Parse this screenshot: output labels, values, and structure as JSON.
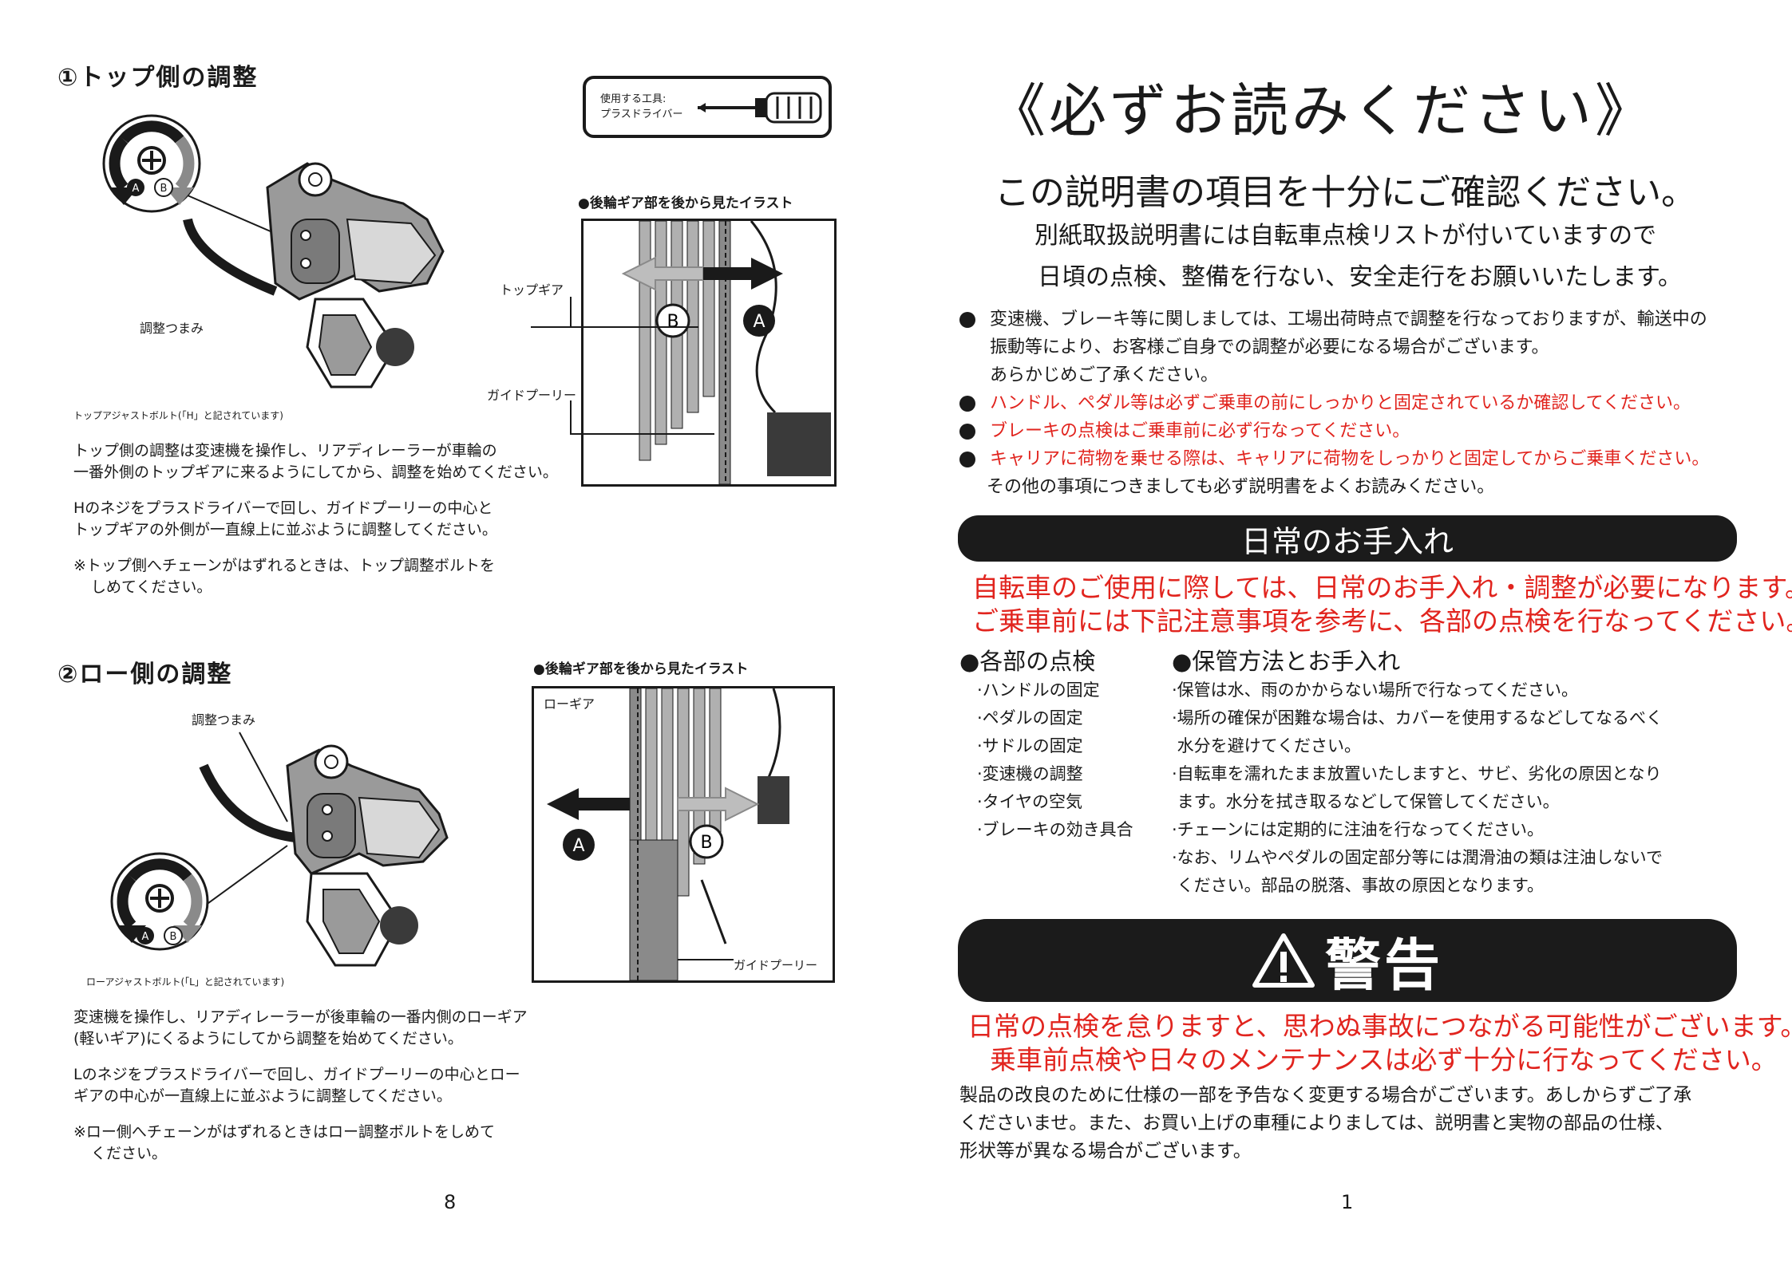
{
  "left_page": {
    "section1": {
      "heading": "①トップ側の調整",
      "tool_label_line1": "使用する工具:",
      "tool_label_line2": "プラスドライバー",
      "illustration_caption": "●後輪ギア部を後から見たイラスト",
      "label_top_gear": "トップギア",
      "label_guide_pulley": "ガイドプーリー",
      "label_adjust_knob": "調整つまみ",
      "marker_a": "A",
      "marker_b": "B",
      "adjust_bolt_note": "トップアジャストボルト(「H」と記されています)",
      "para1_line1": "トップ側の調整は変速機を操作し、リアディレーラーが車輪の",
      "para1_line2": "一番外側のトップギアに来るようにしてから、調整を始めてください。",
      "para2_line1": "Hのネジをプラスドライバーで回し、ガイドプーリーの中心と",
      "para2_line2": "トップギアの外側が一直線上に並ぶように調整してください。",
      "note_line1": "※トップ側へチェーンがはずれるときは、トップ調整ボルトを",
      "note_line2": "しめてください。"
    },
    "section2": {
      "heading": "②ロー側の調整",
      "illustration_caption": "●後輪ギア部を後から見たイラスト",
      "label_low_gear": "ローギア",
      "label_guide_pulley": "ガイドプーリー",
      "label_adjust_knob": "調整つまみ",
      "marker_a": "A",
      "marker_b": "B",
      "adjust_bolt_note": "ローアジャストボルト(「L」と記されています)",
      "para1_line1": "変速機を操作し、リアディレーラーが後車輪の一番内側のローギア",
      "para1_line2": "(軽いギア)にくるようにしてから調整を始めてください。",
      "para2_line1": "Lのネジをプラスドライバーで回し、ガイドプーリーの中心とロー",
      "para2_line2": "ギアの中心が一直線上に並ぶように調整してください。",
      "note_line1": "※ロー側へチェーンがはずれるときはロー調整ボルトをしめて",
      "note_line2": "ください。"
    },
    "page_number": "8"
  },
  "right_page": {
    "title": "《必ずお読みください》",
    "subtitle": "この説明書の項目を十分にご確認ください。",
    "intro_line1": "別紙取扱説明書には自転車点検リストが付いていますので",
    "intro_line2": "日頃の点検、整備を行ない、安全走行をお願いいたします。",
    "bullet1_line1": "変速機、ブレーキ等に関しましては、工場出荷時点で調整を行なっておりますが、輸送中の",
    "bullet1_line2": "振動等により、お客様ご自身での調整が必要になる場合がございます。",
    "bullet1_line3": "あらかじめご了承ください。",
    "bullet2": "ハンドル、ペダル等は必ずご乗車の前にしっかりと固定されているか確認してください。",
    "bullet3": "ブレーキの点検はご乗車前に必ず行なってください。",
    "bullet4": "キャリアに荷物を乗せる際は、キャリアに荷物をしっかりと固定してからご乗車ください。",
    "other_note": "その他の事項につきましても必ず説明書をよくお読みください。",
    "daily_bar": "日常のお手入れ",
    "daily_red_line1": "自転車のご使用に際しては、日常のお手入れ・調整が必要になります。",
    "daily_red_line2": "ご乗車前には下記注意事項を参考に、各部の点検を行なってください。",
    "inspect_heading": "●各部の点検",
    "inspect_items": [
      "·ハンドルの固定",
      "·ペダルの固定",
      "·サドルの固定",
      "·変速機の調整",
      "·タイヤの空気",
      "·ブレーキの効き具合"
    ],
    "storage_heading": "●保管方法とお手入れ",
    "storage_lines": [
      "·保管は水、雨のかからない場所で行なってください。",
      "·場所の確保が困難な場合は、カバーを使用するなどしてなるべく",
      " 水分を避けてください。",
      "·自転車を濡れたまま放置いたしますと、サビ、劣化の原因となり",
      " ます。水分を拭き取るなどして保管してください。",
      "·チェーンには定期的に注油を行なってください。",
      "·なお、リムやペダルの固定部分等には潤滑油の類は注油しないで",
      " ください。部品の脱落、事故の原因となります。"
    ],
    "warning_bar": "警告",
    "warning_red_line1": "日常の点検を怠りますと、思わぬ事故につながる可能性がございます。",
    "warning_red_line2": "乗車前点検や日々のメンテナンスは必ず十分に行なってください。",
    "footer_line1": "製品の改良のために仕様の一部を予告なく変更する場合がございます。あしからずご了承",
    "footer_line2": "くださいませ。また、お買い上げの車種によりましては、説明書と実物の部品の仕様、",
    "footer_line3": "形状等が異なる場合がございます。",
    "page_number": "1"
  },
  "colors": {
    "red": "#e1241e",
    "black": "#1a1a1a",
    "gray": "#8a8a8a",
    "light_gray": "#bdbdbd"
  },
  "icons": [
    "screwdriver-icon",
    "rotation-arrow-icon",
    "phillips-screw-icon",
    "arrow-left-icon",
    "arrow-right-icon",
    "warning-triangle-icon"
  ]
}
